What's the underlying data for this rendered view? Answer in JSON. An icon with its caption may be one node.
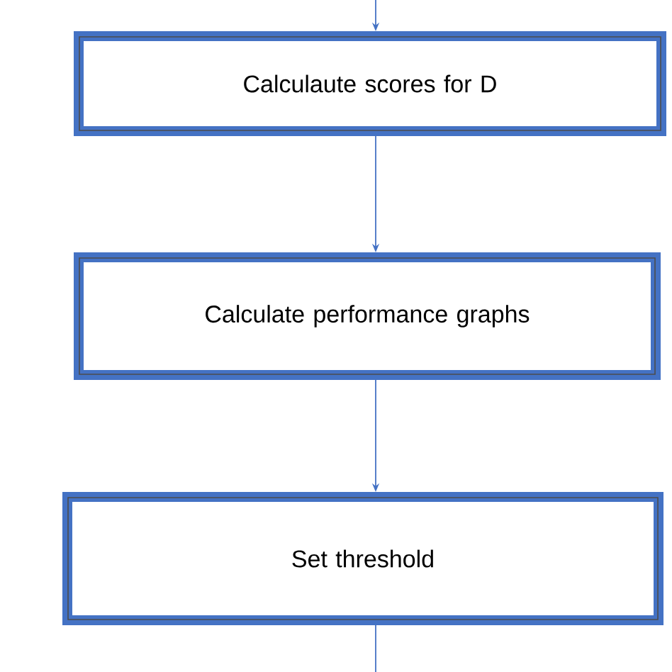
{
  "diagram": {
    "nodes": [
      {
        "text": [
          "Calculaute scores for D"
        ]
      },
      {
        "text": [
          "Calculate performance graphs"
        ]
      },
      {
        "text": [
          "Set threshold"
        ]
      }
    ],
    "edges": [
      {
        "from": null,
        "to": 0,
        "arrow": "to"
      },
      {
        "from": 0,
        "to": 1,
        "arrow": "to"
      },
      {
        "from": 1,
        "to": 2,
        "arrow": "to"
      },
      {
        "from": 2,
        "to": null,
        "arrow": "none"
      }
    ]
  }
}
